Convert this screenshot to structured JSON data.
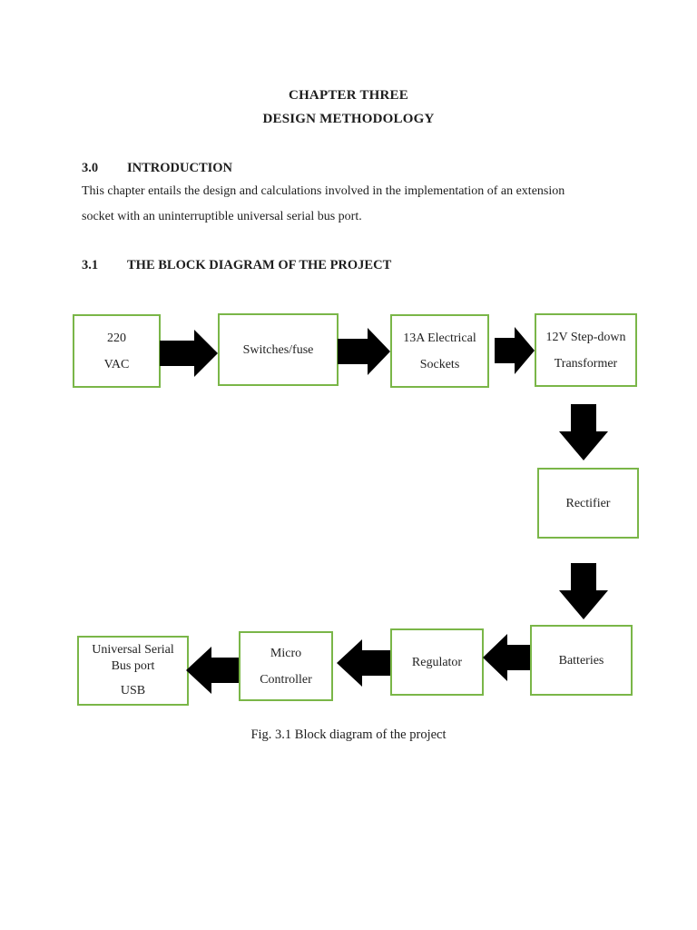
{
  "header": {
    "line1": "CHAPTER THREE",
    "line2": "DESIGN METHODOLOGY"
  },
  "sections": [
    {
      "number": "3.0",
      "heading": "INTRODUCTION",
      "body_lines": [
        "This chapter entails the design and calculations involved in the implementation of an extension",
        "socket with an uninterruptible universal serial bus port."
      ]
    },
    {
      "number": "3.1",
      "heading": "THE BLOCK DIAGRAM OF THE PROJECT"
    }
  ],
  "diagram": {
    "border_color": "#7ab648",
    "arrow_color": "#000000",
    "boxes": [
      {
        "id": "vac-220",
        "lines": [
          "220",
          "VAC"
        ]
      },
      {
        "id": "switches-fuse",
        "lines": [
          "Switches/fuse"
        ]
      },
      {
        "id": "electrical-sockets",
        "lines": [
          "13A Electrical",
          "Sockets"
        ]
      },
      {
        "id": "stepdown-transformer",
        "lines": [
          "12V Step-down",
          "Transformer"
        ]
      },
      {
        "id": "rectifier",
        "lines": [
          "Rectifier"
        ]
      },
      {
        "id": "batteries",
        "lines": [
          "Batteries"
        ]
      },
      {
        "id": "regulator",
        "lines": [
          "Regulator"
        ]
      },
      {
        "id": "micro-controller",
        "lines": [
          "Micro",
          "Controller"
        ]
      },
      {
        "id": "usb-port",
        "lines": [
          "Universal Serial",
          "Bus port",
          "USB"
        ]
      }
    ],
    "caption": "Fig. 3.1 Block diagram of the project"
  }
}
